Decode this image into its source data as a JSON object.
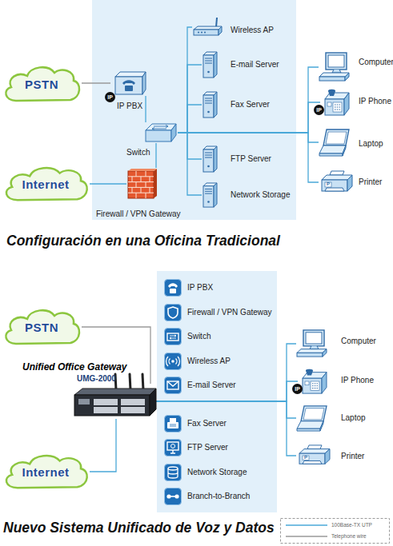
{
  "diagram": {
    "nodes": [
      {
        "text": [
          "PSTN"
        ]
      },
      {
        "text": [
          "Internet"
        ]
      },
      {
        "text": [
          "IP PBX"
        ]
      },
      {
        "text": [
          "Switch"
        ]
      },
      {
        "text": [
          "Firewall / VPN Gateway"
        ]
      },
      {
        "text": [
          "Wireless AP"
        ]
      },
      {
        "text": [
          "E-mail Server"
        ]
      },
      {
        "text": [
          "Fax Server"
        ]
      },
      {
        "text": [
          "FTP Server"
        ]
      },
      {
        "text": [
          "Network Storage"
        ]
      },
      {
        "text": [
          "Computer"
        ]
      },
      {
        "text": [
          "IP Phone"
        ]
      },
      {
        "text": [
          "Laptop"
        ]
      },
      {
        "text": [
          "Printer"
        ]
      },
      {
        "text": [
          "PSTN"
        ]
      },
      {
        "text": [
          "Internet"
        ]
      },
      {
        "text": [
          "Unified Office Gateway",
          "UMG-2000"
        ]
      },
      {
        "text": [
          "IP PBX"
        ]
      },
      {
        "text": [
          "Firewall / VPN Gateway"
        ]
      },
      {
        "text": [
          "Switch"
        ]
      },
      {
        "text": [
          "Wireless AP"
        ]
      },
      {
        "text": [
          "E-mail Server"
        ]
      },
      {
        "text": [
          "Fax Server"
        ]
      },
      {
        "text": [
          "FTP Server"
        ]
      },
      {
        "text": [
          "Network Storage"
        ]
      },
      {
        "text": [
          "Branch-to-Branch"
        ]
      },
      {
        "text": [
          "Computer"
        ]
      },
      {
        "text": [
          "IP Phone"
        ]
      },
      {
        "text": [
          "Laptop"
        ]
      },
      {
        "text": [
          "Printer"
        ]
      }
    ],
    "edges": [
      {
        "from": 0,
        "to": 2,
        "arrow": "none"
      },
      {
        "from": 2,
        "to": 3,
        "arrow": "none"
      },
      {
        "from": 1,
        "to": 4,
        "arrow": "none"
      },
      {
        "from": 4,
        "to": 3,
        "arrow": "none"
      },
      {
        "from": 3,
        "to": 5,
        "arrow": "none"
      },
      {
        "from": 3,
        "to": 6,
        "arrow": "none"
      },
      {
        "from": 3,
        "to": 7,
        "arrow": "none"
      },
      {
        "from": 3,
        "to": 8,
        "arrow": "none"
      },
      {
        "from": 3,
        "to": 9,
        "arrow": "none"
      },
      {
        "from": 3,
        "to": 10,
        "arrow": "none"
      },
      {
        "from": 3,
        "to": 11,
        "arrow": "none"
      },
      {
        "from": 3,
        "to": 12,
        "arrow": "none"
      },
      {
        "from": 3,
        "to": 13,
        "arrow": "none"
      },
      {
        "from": 14,
        "to": 16,
        "arrow": "none"
      },
      {
        "from": 15,
        "to": 16,
        "arrow": "none"
      },
      {
        "from": 16,
        "to": 26,
        "arrow": "none"
      },
      {
        "from": 16,
        "to": 27,
        "arrow": "none"
      },
      {
        "from": 16,
        "to": 28,
        "arrow": "none"
      },
      {
        "from": 16,
        "to": 29,
        "arrow": "none"
      }
    ],
    "labels": [
      "IP",
      "IP",
      "P",
      "Configuración en una Oficina Tradicional",
      "IP",
      "P",
      "Nuevo Sistema Unificado de Voz y Datos"
    ],
    "legend": [
      {
        "text": "100Base-TX UTP"
      },
      {
        "text": "Telephone wire"
      }
    ]
  }
}
